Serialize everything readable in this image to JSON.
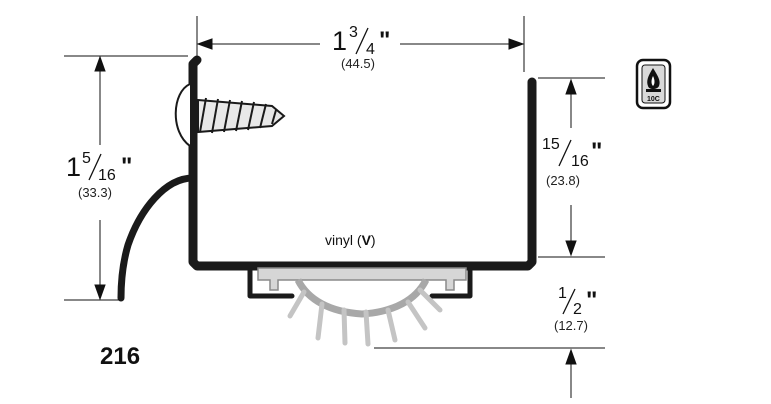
{
  "model_number": "216",
  "material": {
    "text": "vinyl (",
    "code": "V",
    "close": ")"
  },
  "dimensions": {
    "width": {
      "whole": "1",
      "num": "3",
      "den": "4",
      "mark": "\"",
      "metric": "(44.5)"
    },
    "height": {
      "whole": "1",
      "num": "5",
      "den": "16",
      "mark": "\"",
      "metric": "(33.3)"
    },
    "flange": {
      "whole": "",
      "num": "15",
      "den": "16",
      "mark": "\"",
      "metric": "(23.8)"
    },
    "sweep": {
      "whole": "",
      "num": "1",
      "den": "2",
      "mark": "\"",
      "metric": "(12.7)"
    }
  },
  "badge": {
    "label": "10C",
    "icon": "fire-rating-icon"
  },
  "colors": {
    "metal": "#1a1a1a",
    "vinyl": "#d6d6d6",
    "vinyl_stroke": "#8a8a8a",
    "line": "#111111"
  }
}
